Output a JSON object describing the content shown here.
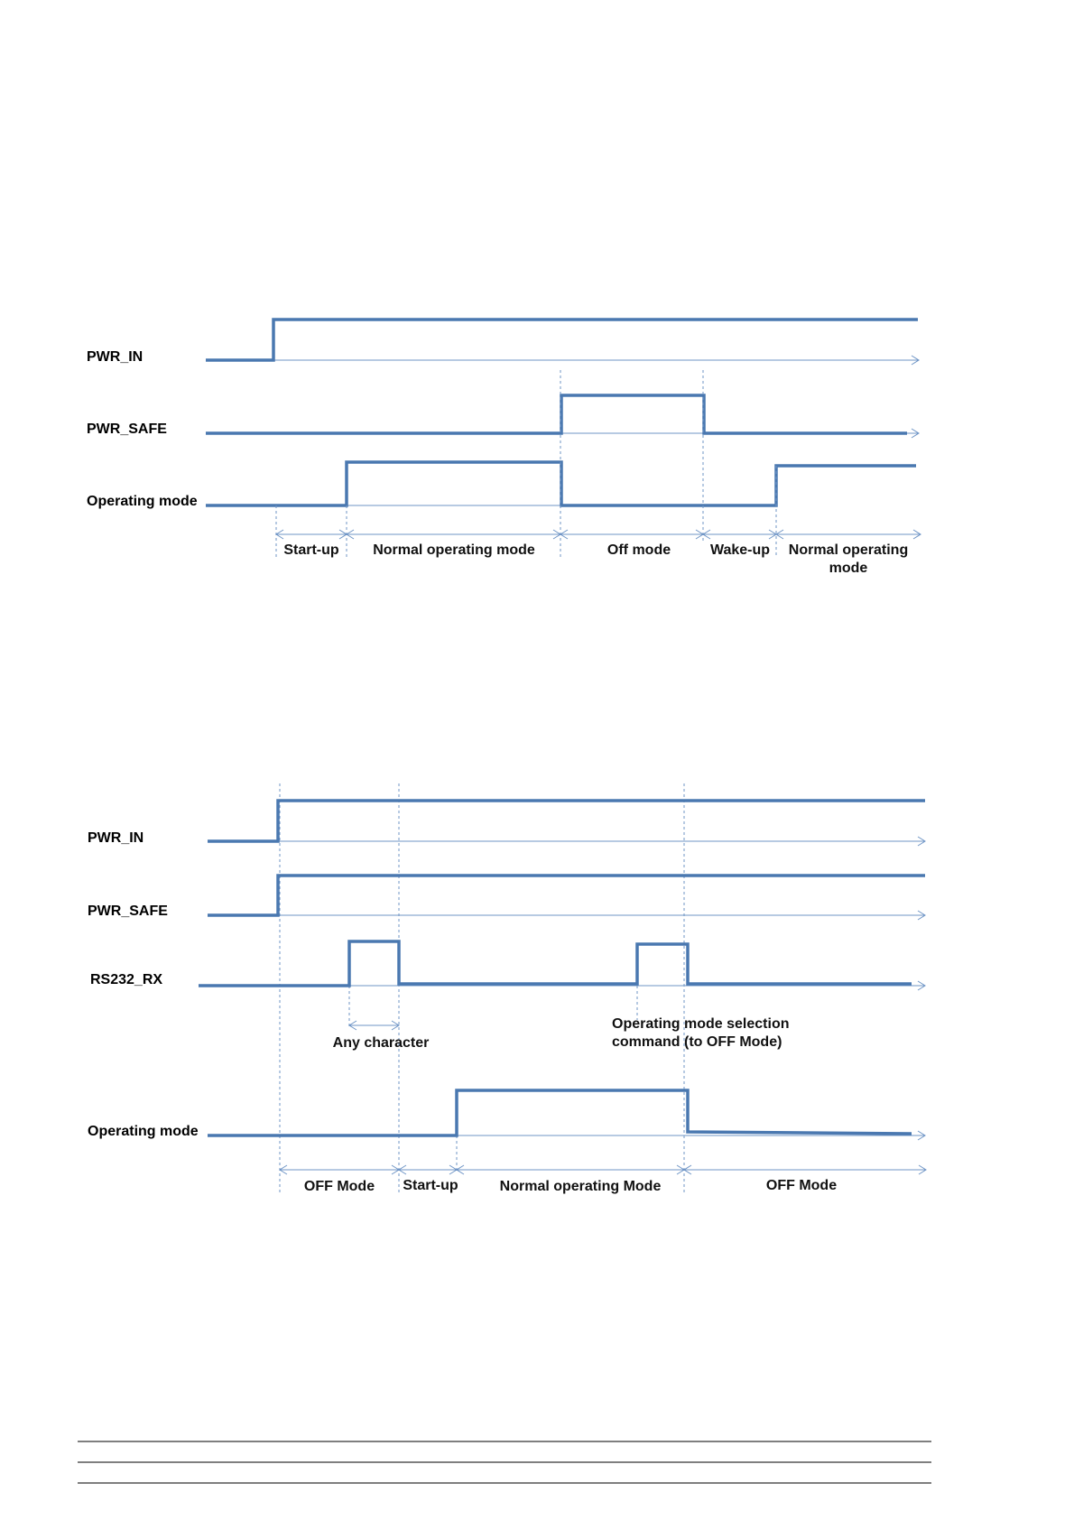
{
  "diagram1": {
    "signals": {
      "pwr_in": "PWR_IN",
      "pwr_safe": "PWR_SAFE",
      "operating_mode": "Operating mode"
    },
    "phases": {
      "startup": "Start-up",
      "normal": "Normal operating mode",
      "off": "Off mode",
      "wakeup": "Wake-up",
      "normal2_line1": "Normal operating",
      "normal2_line2": "mode"
    }
  },
  "diagram2": {
    "signals": {
      "pwr_in": "PWR_IN",
      "pwr_safe": "PWR_SAFE",
      "rs232_rx": "RS232_RX",
      "operating_mode": "Operating mode"
    },
    "annotations": {
      "any_character": "Any character",
      "command_line1": "Operating mode selection",
      "command_line2": "command (to OFF Mode)"
    },
    "phases": {
      "off1": "OFF Mode",
      "startup": "Start-up",
      "normal": "Normal operating Mode",
      "off2": "OFF Mode"
    }
  },
  "colors": {
    "signal": "#4a78b0",
    "axis": "#6f95c6"
  }
}
